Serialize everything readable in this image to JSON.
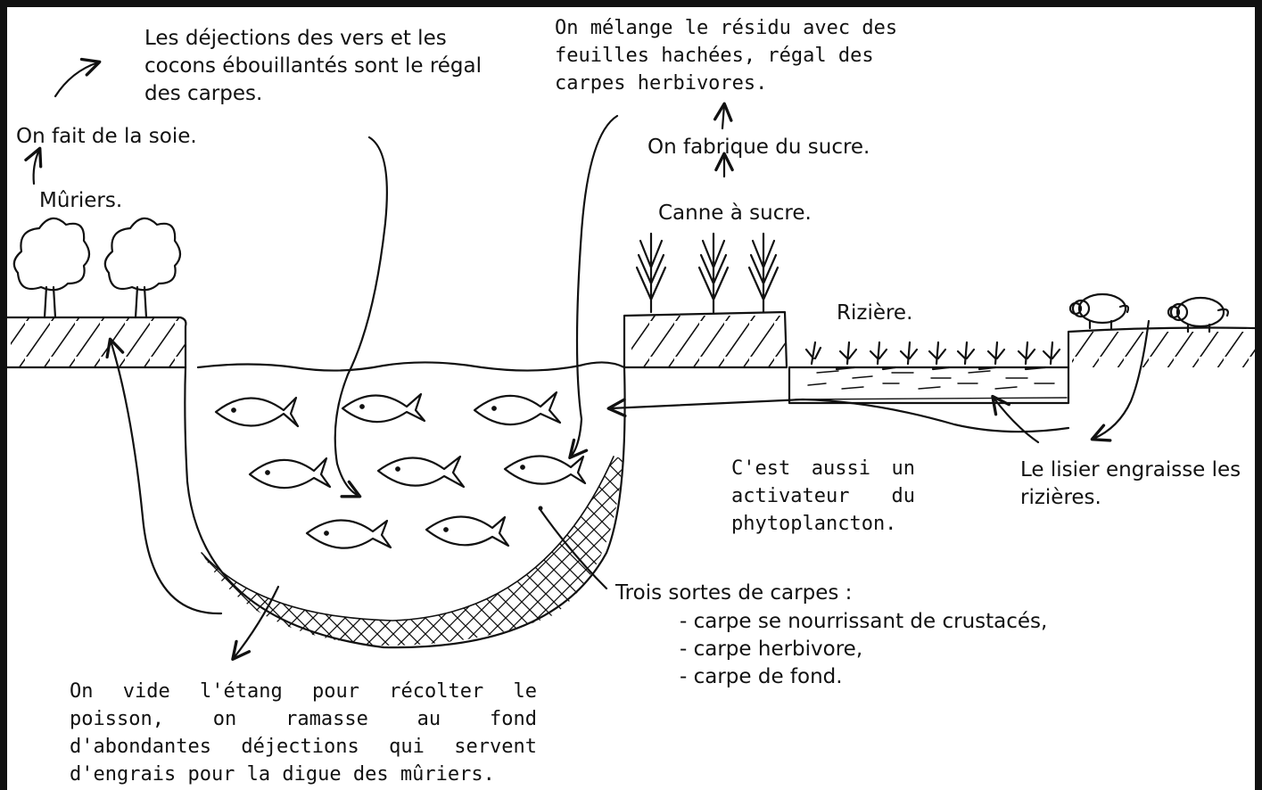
{
  "labels": {
    "dejections_vers": "Les déjections des vers et les\ncocons ébouillantés sont le régal\ndes carpes.",
    "on_fait_soie": "On fait de la soie.",
    "muriers": "Mûriers.",
    "melange_residu": "On mélange le résidu avec des\nfeuilles hachées, régal des\ncarpes herbivores.",
    "fabrique_sucre": "On fabrique du sucre.",
    "canne_sucre": "Canne à sucre.",
    "riziere": "Rizière.",
    "activateur": "C'est aussi un activateur du phytoplancton.",
    "lisier": "Le lisier engraisse les\nrizières.",
    "trois_sortes": "Trois sortes de carpes :",
    "carpes_list": [
      "- carpe se nourrissant de crustacés,",
      "- carpe herbivore,",
      "- carpe de fond."
    ],
    "vide_etang": "On vide l'étang pour récolter le poisson, on ramasse au fond d'abondantes déjections qui servent d'engrais pour la digue des mûriers."
  },
  "colors": {
    "ink": "#111111",
    "paper": "#ffffff"
  }
}
